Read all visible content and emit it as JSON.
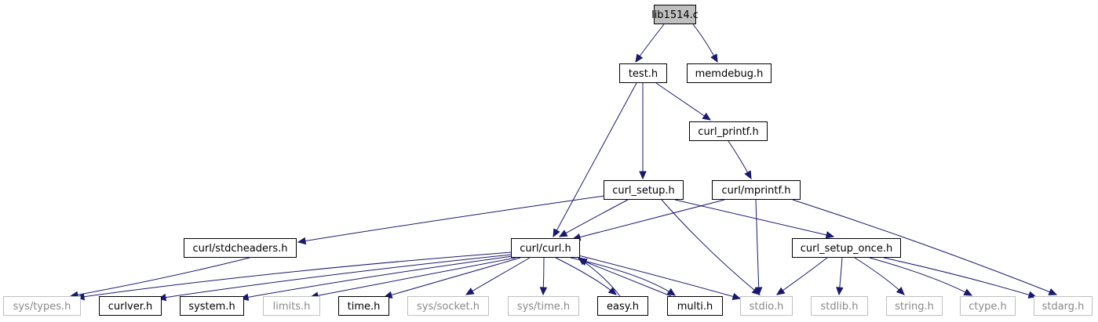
{
  "diagram": {
    "type": "include-dependency-graph",
    "colors": {
      "edge": "#191970",
      "root_fill": "#bfbfbf",
      "external_border": "#bfbfbf",
      "node_border": "#000000"
    },
    "nodes": [
      {
        "id": "lib1514",
        "label": "lib1514.c",
        "kind": "root"
      },
      {
        "id": "test",
        "label": "test.h",
        "kind": "local"
      },
      {
        "id": "memdebug",
        "label": "memdebug.h",
        "kind": "local"
      },
      {
        "id": "curl_printf",
        "label": "curl_printf.h",
        "kind": "local"
      },
      {
        "id": "curl_setup",
        "label": "curl_setup.h",
        "kind": "local"
      },
      {
        "id": "mprintf",
        "label": "curl/mprintf.h",
        "kind": "local"
      },
      {
        "id": "stdcheaders",
        "label": "curl/stdcheaders.h",
        "kind": "local"
      },
      {
        "id": "curl",
        "label": "curl/curl.h",
        "kind": "local"
      },
      {
        "id": "setup_once",
        "label": "curl_setup_once.h",
        "kind": "local"
      },
      {
        "id": "systypes",
        "label": "sys/types.h",
        "kind": "system"
      },
      {
        "id": "curlver",
        "label": "curlver.h",
        "kind": "local"
      },
      {
        "id": "system",
        "label": "system.h",
        "kind": "local"
      },
      {
        "id": "limits",
        "label": "limits.h",
        "kind": "system"
      },
      {
        "id": "time",
        "label": "time.h",
        "kind": "local"
      },
      {
        "id": "syssocket",
        "label": "sys/socket.h",
        "kind": "system"
      },
      {
        "id": "systime",
        "label": "sys/time.h",
        "kind": "system"
      },
      {
        "id": "easy",
        "label": "easy.h",
        "kind": "local"
      },
      {
        "id": "multi",
        "label": "multi.h",
        "kind": "local"
      },
      {
        "id": "stdio",
        "label": "stdio.h",
        "kind": "system"
      },
      {
        "id": "stdlib",
        "label": "stdlib.h",
        "kind": "system"
      },
      {
        "id": "string",
        "label": "string.h",
        "kind": "system"
      },
      {
        "id": "ctype",
        "label": "ctype.h",
        "kind": "system"
      },
      {
        "id": "stdarg",
        "label": "stdarg.h",
        "kind": "system"
      }
    ],
    "edges": [
      {
        "from": "lib1514",
        "to": "test"
      },
      {
        "from": "lib1514",
        "to": "memdebug"
      },
      {
        "from": "test",
        "to": "curl_printf"
      },
      {
        "from": "test",
        "to": "curl_setup"
      },
      {
        "from": "test",
        "to": "curl"
      },
      {
        "from": "curl_printf",
        "to": "mprintf"
      },
      {
        "from": "curl_setup",
        "to": "stdcheaders"
      },
      {
        "from": "curl_setup",
        "to": "curl"
      },
      {
        "from": "curl_setup",
        "to": "setup_once"
      },
      {
        "from": "curl_setup",
        "to": "stdio"
      },
      {
        "from": "mprintf",
        "to": "curl"
      },
      {
        "from": "mprintf",
        "to": "stdio"
      },
      {
        "from": "mprintf",
        "to": "stdarg"
      },
      {
        "from": "stdcheaders",
        "to": "systypes"
      },
      {
        "from": "curl",
        "to": "systypes"
      },
      {
        "from": "curl",
        "to": "curlver"
      },
      {
        "from": "curl",
        "to": "system"
      },
      {
        "from": "curl",
        "to": "limits"
      },
      {
        "from": "curl",
        "to": "time"
      },
      {
        "from": "curl",
        "to": "syssocket"
      },
      {
        "from": "curl",
        "to": "systime"
      },
      {
        "from": "curl",
        "to": "easy"
      },
      {
        "from": "curl",
        "to": "multi"
      },
      {
        "from": "curl",
        "to": "stdio"
      },
      {
        "from": "easy",
        "to": "curl"
      },
      {
        "from": "multi",
        "to": "curl"
      },
      {
        "from": "setup_once",
        "to": "stdio"
      },
      {
        "from": "setup_once",
        "to": "stdlib"
      },
      {
        "from": "setup_once",
        "to": "string"
      },
      {
        "from": "setup_once",
        "to": "ctype"
      },
      {
        "from": "setup_once",
        "to": "stdarg"
      }
    ]
  }
}
